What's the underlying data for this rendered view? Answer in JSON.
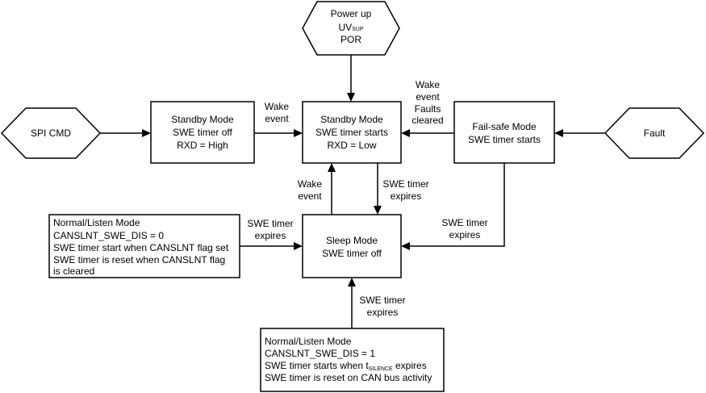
{
  "power_up": {
    "line1": "Power up",
    "uv_main": "UV",
    "uv_sub": "SUP",
    "line3": "POR"
  },
  "spi_cmd": {
    "label": "SPI CMD"
  },
  "fault": {
    "label": "Fault"
  },
  "standby_left": {
    "lines": [
      "Standby Mode",
      "SWE timer off",
      "RXD = High"
    ]
  },
  "standby_center": {
    "lines": [
      "Standby Mode",
      "SWE timer starts",
      "RXD = Low"
    ]
  },
  "failsafe": {
    "lines": [
      "Fail-safe Mode",
      "SWE timer starts"
    ]
  },
  "sleep": {
    "lines": [
      "Sleep Mode",
      "SWE timer off"
    ]
  },
  "normal_left": {
    "lines": [
      "Normal/Listen Mode",
      "CANSLNT_SWE_DIS = 0",
      "SWE timer start when CANSLNT flag set",
      "SWE timer is reset when CANSLNT flag",
      "is cleared"
    ]
  },
  "normal_bottom": {
    "line1": "Normal/Listen Mode",
    "line2": "CANSLNT_SWE_DIS = 1",
    "line3_pre": "SWE timer starts when t",
    "line3_sub": "SILENCE",
    "line3_post": " expires",
    "line4": "SWE timer is reset on CAN bus activity"
  },
  "labels": {
    "wake_event_top": [
      "Wake",
      "event"
    ],
    "wake_faults": [
      "Wake",
      "event",
      "Faults",
      "cleared"
    ],
    "wake_event_mid": [
      "Wake",
      "event"
    ],
    "swe_expires_mid": [
      "SWE timer",
      "expires"
    ],
    "swe_expires_left": [
      "SWE timer",
      "expires"
    ],
    "swe_expires_right": [
      "SWE timer",
      "expires"
    ],
    "swe_expires_bottom": [
      "SWE timer",
      "expires"
    ]
  }
}
